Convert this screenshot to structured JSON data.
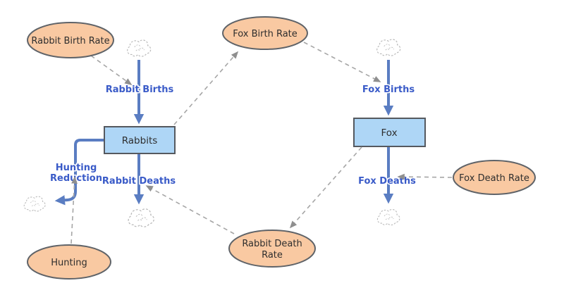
{
  "diagram": {
    "type": "stock-and-flow system dynamics model",
    "topic": "Rabbit and Fox predator-prey population model with hunting"
  },
  "colors": {
    "canvas_bg": "#ffffff",
    "stock_fill": "#aed6f6",
    "stock_border": "#55595f",
    "variable_fill": "#f9c9a2",
    "variable_border": "#5f6368",
    "flow": "#5a7dc2",
    "flow_label": "#3a5bc8",
    "connector": "#a6a6a6",
    "connector_arrow": "#8f8f8f",
    "node_text": "#2e2e2e",
    "cloud_stroke": "#b9b9b9"
  },
  "stocks": {
    "rabbits": {
      "label": "Rabbits"
    },
    "fox": {
      "label": "Fox"
    }
  },
  "flows": {
    "rabbit_births": {
      "label": "Rabbit Births"
    },
    "fox_births": {
      "label": "Fox Births"
    },
    "rabbit_deaths": {
      "label": "Rabbit Deaths"
    },
    "fox_deaths": {
      "label": "Fox Deaths"
    },
    "hunting_reduction": {
      "label_line1": "Hunting",
      "label_line2": "Reduction"
    }
  },
  "variables": {
    "rabbit_birth_rate": {
      "label": "Rabbit Birth Rate"
    },
    "fox_birth_rate": {
      "label": "Fox Birth Rate"
    },
    "fox_death_rate": {
      "label": "Fox Death Rate"
    },
    "rabbit_death_rate": {
      "label_line1": "Rabbit Death",
      "label_line2": "Rate"
    },
    "hunting": {
      "label": "Hunting"
    }
  },
  "icons": {
    "source_sink": "cloud-icon"
  },
  "connectors": [
    {
      "from": "Rabbit Birth Rate",
      "to": "Rabbit Births"
    },
    {
      "from": "Rabbits",
      "to": "Fox Birth Rate"
    },
    {
      "from": "Fox Birth Rate",
      "to": "Fox Births"
    },
    {
      "from": "Fox",
      "to": "Rabbit Death Rate"
    },
    {
      "from": "Rabbit Death Rate",
      "to": "Rabbit Deaths"
    },
    {
      "from": "Fox Death Rate",
      "to": "Fox Deaths"
    },
    {
      "from": "Hunting",
      "to": "Hunting Reduction"
    }
  ]
}
